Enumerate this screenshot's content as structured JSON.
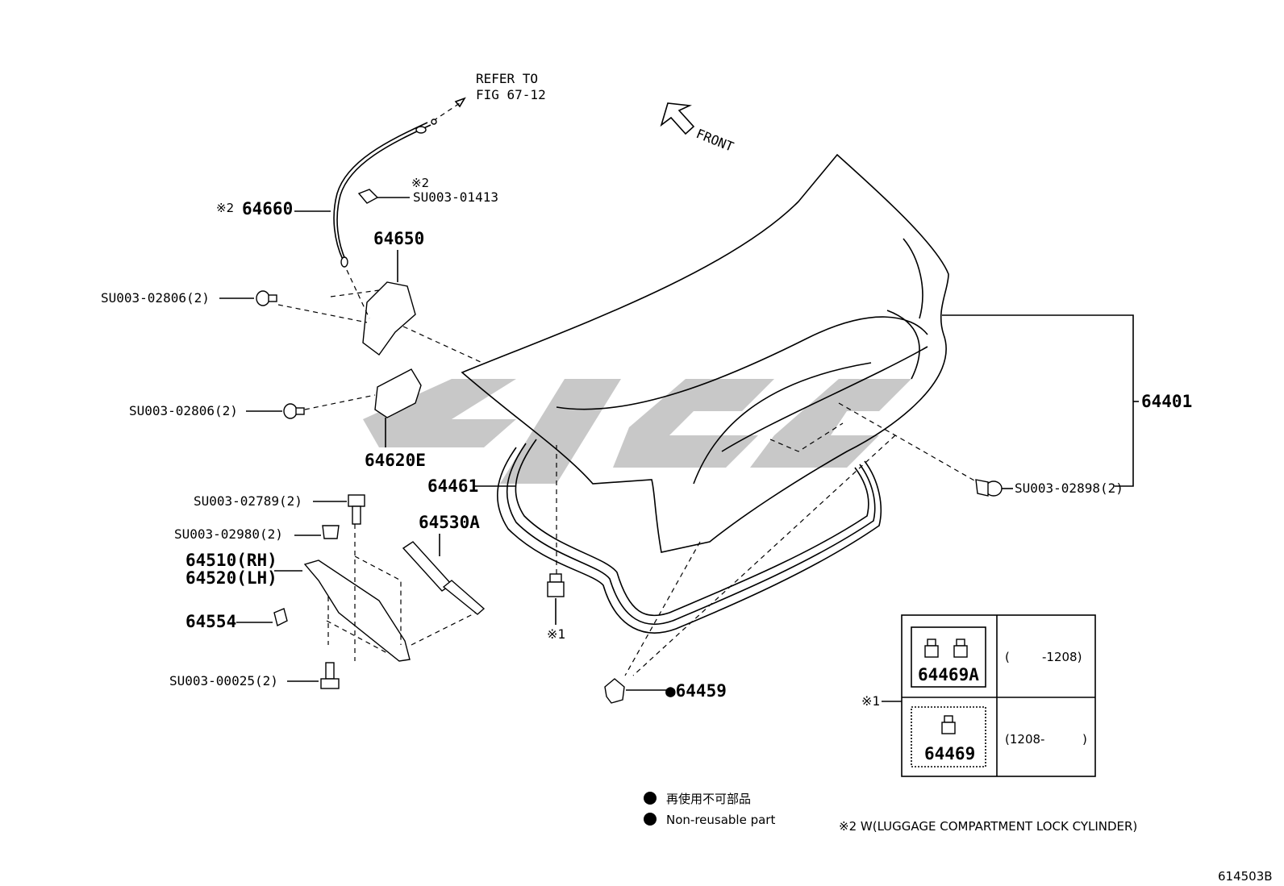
{
  "refer": {
    "line1": "REFER TO",
    "line2": "FIG 67-12"
  },
  "front_label": "FRONT",
  "parts": {
    "p64660": "64660",
    "p64660_mark": "※2",
    "p01413_mark": "※2",
    "p01413": "SU003-01413",
    "p64650": "64650",
    "p02806a": "SU003-02806(2)",
    "p02806b": "SU003-02806(2)",
    "p64620e": "64620E",
    "p64461": "64461",
    "p02789": "SU003-02789(2)",
    "p02980": "SU003-02980(2)",
    "p64530a": "64530A",
    "p64510": "64510(RH)",
    "p64520": "64520(LH)",
    "p64554": "64554",
    "p00025": "SU003-00025(2)",
    "mark1": "※1",
    "p64459": "●64459",
    "p64401": "64401",
    "p02898": "SU003-02898(2)"
  },
  "legend_table": {
    "mark": "※1",
    "rows": [
      {
        "part": "64469A",
        "range_from": "(",
        "range_to": "-1208)"
      },
      {
        "part": "64469",
        "range_from": "(1208-",
        "range_to": ")"
      }
    ]
  },
  "notes": {
    "jp": "再使用不可部品",
    "en": "Non-reusable part",
    "footnote2": "※2 W(LUGGAGE COMPARTMENT LOCK CYLINDER)"
  },
  "figure_id": "614503B"
}
